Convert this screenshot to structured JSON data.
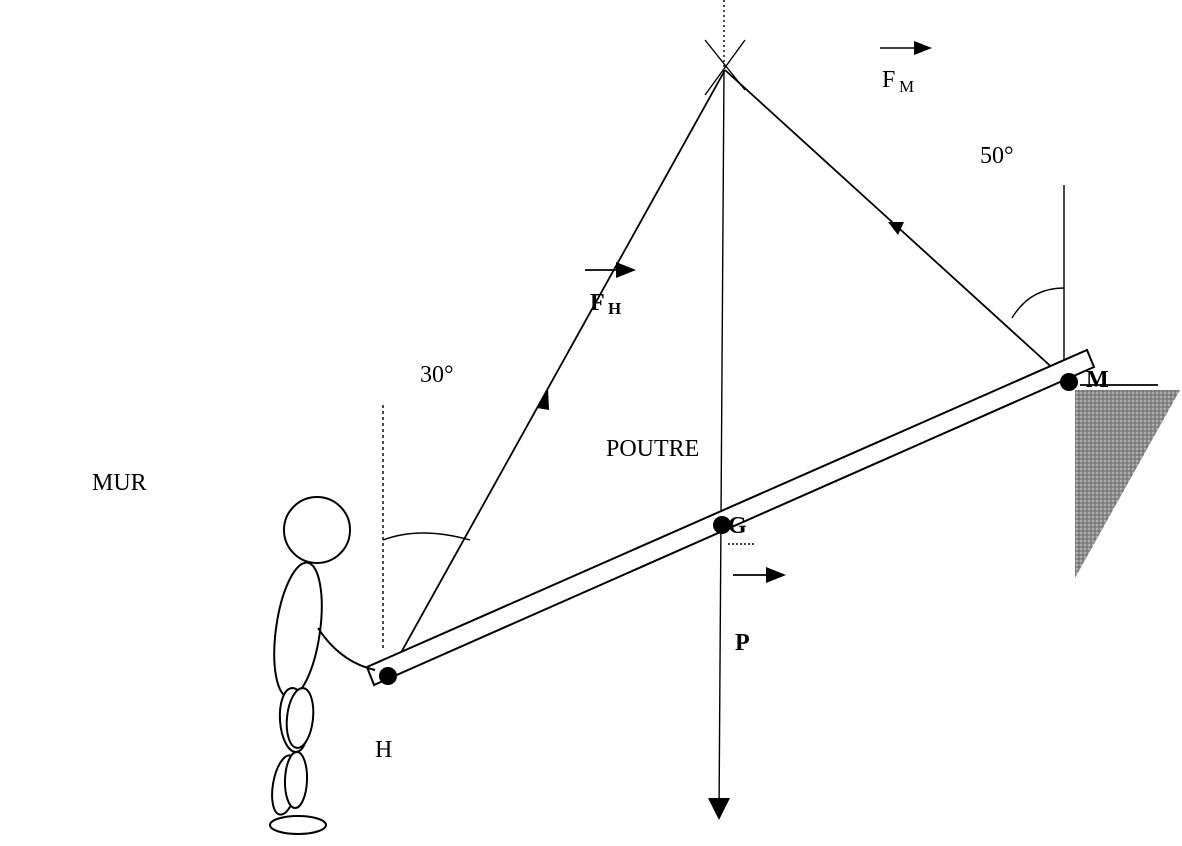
{
  "labels": {
    "wall": "MUR",
    "beam": "POUTRE",
    "point_h": "H",
    "point_g": "G",
    "point_m": "M",
    "force_h": "F",
    "force_h_sub": "H",
    "force_m": "F",
    "force_m_sub": "M",
    "weight": "P",
    "angle_h": "30°",
    "angle_m": "50°"
  },
  "figure": {
    "angle_h_deg": 30,
    "angle_m_deg": 50
  }
}
